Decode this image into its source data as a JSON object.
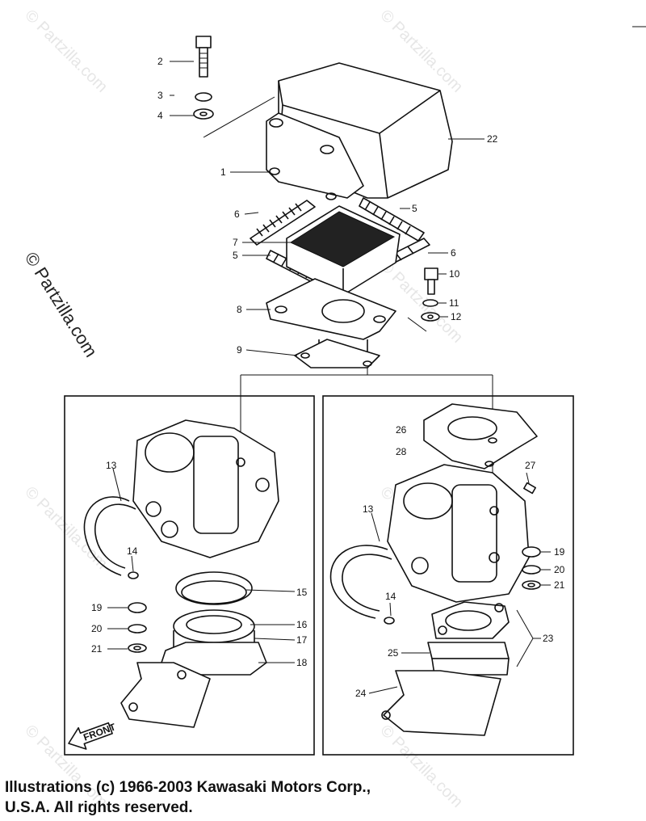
{
  "watermark": "© Partzilla.com",
  "footer": {
    "line1": "Illustrations (c) 1966-2003 Kawasaki Motors Corp.,",
    "line2": "U.S.A.  All rights reserved."
  },
  "front_arrow_label": "FRONT",
  "callouts": {
    "c1": "1",
    "c2": "2",
    "c3": "3",
    "c4": "4",
    "c5a": "5",
    "c5b": "5",
    "c6a": "6",
    "c6b": "6",
    "c7": "7",
    "c8": "8",
    "c9": "9",
    "c10": "10",
    "c11": "11",
    "c12": "12",
    "c13a": "13",
    "c13b": "13",
    "c14a": "14",
    "c14b": "14",
    "c15": "15",
    "c16": "16",
    "c17": "17",
    "c18": "18",
    "c19a": "19",
    "c19b": "19",
    "c20a": "20",
    "c20b": "20",
    "c21a": "21",
    "c21b": "21",
    "c22": "22",
    "c23": "23",
    "c24": "24",
    "c25": "25",
    "c26": "26",
    "c27": "27",
    "c28": "28"
  }
}
